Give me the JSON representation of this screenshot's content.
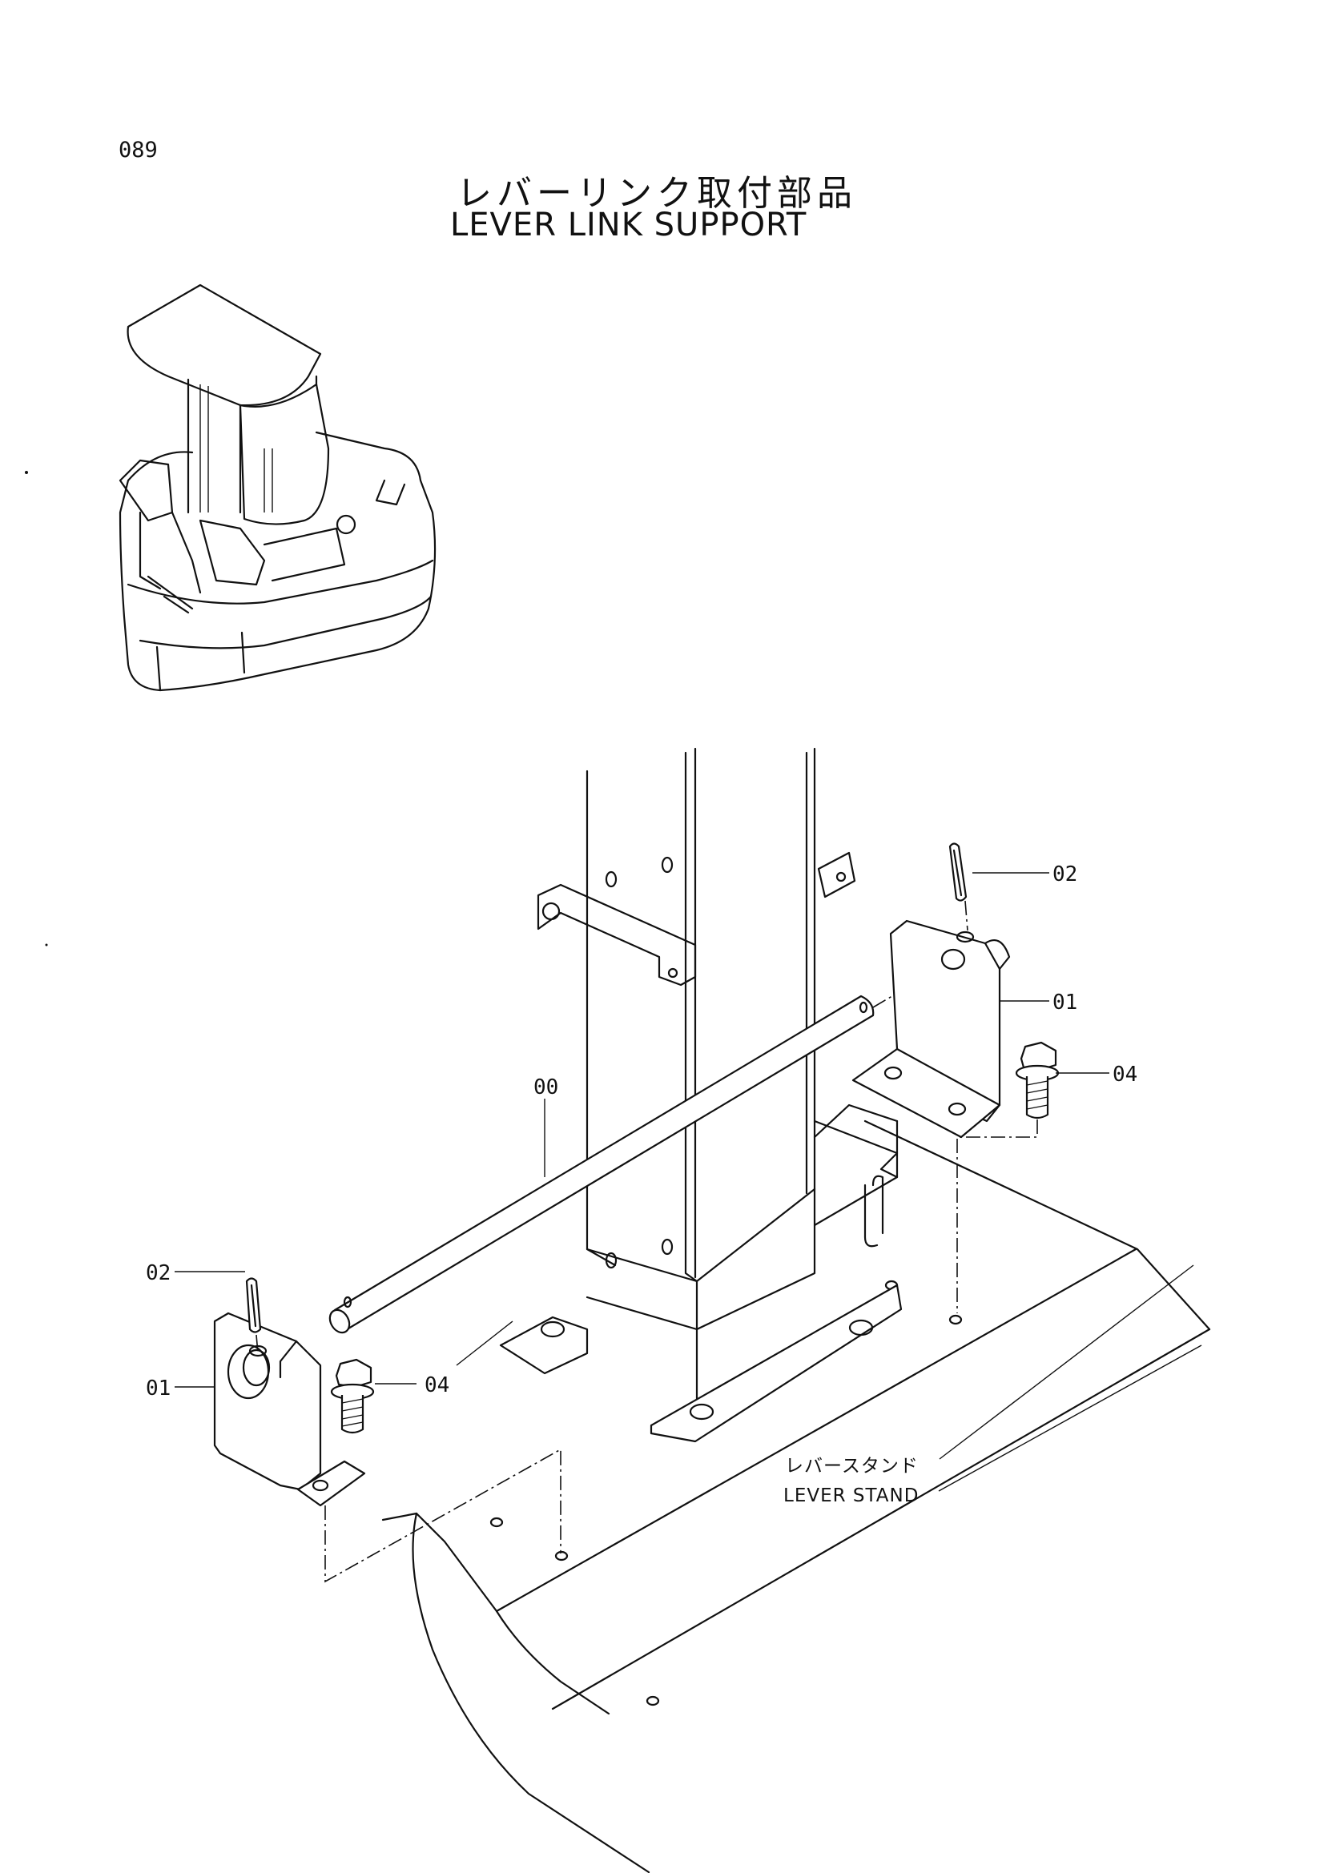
{
  "page": {
    "number": "089",
    "title_jp": "レバーリンク取付部品",
    "title_en": "LEVER LINK SUPPORT"
  },
  "callouts": {
    "shaft": "00",
    "bracket_right": "01",
    "bracket_left": "01",
    "pin_right": "02",
    "pin_left": "02",
    "bolt_right": "04",
    "bolt_left": "04"
  },
  "annotation": {
    "stand_jp": "レバースタンド",
    "stand_en": "LEVER STAND"
  }
}
